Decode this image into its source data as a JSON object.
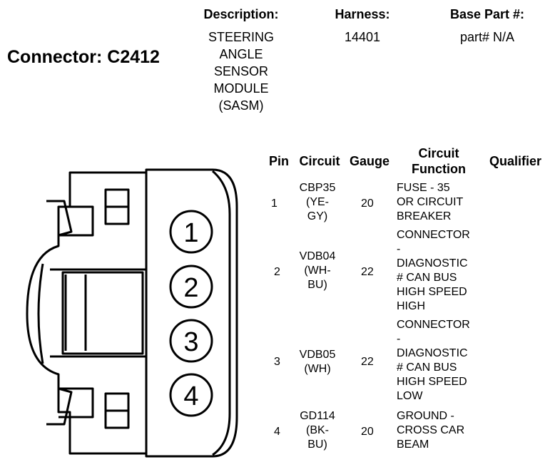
{
  "connector": {
    "title": "Connector: C2412"
  },
  "info": {
    "description_label": "Description:",
    "description_lines": [
      "STEERING",
      "ANGLE",
      "SENSOR",
      "MODULE",
      "(SASM)"
    ],
    "harness_label": "Harness:",
    "harness_value": "14401",
    "base_part_label": "Base Part #:",
    "base_part_value": "part# N/A"
  },
  "table": {
    "headers": {
      "pin": "Pin",
      "circuit": "Circuit",
      "gauge": "Gauge",
      "function_line1": "Circuit",
      "function_line2": "Function",
      "qualifier": "Qualifier"
    },
    "rows": [
      {
        "pin": "1",
        "circuit_lines": [
          "CBP35",
          "(YE-",
          "GY)"
        ],
        "gauge": "20",
        "function_lines": [
          "FUSE - 35",
          "OR CIRCUIT",
          "BREAKER"
        ]
      },
      {
        "pin": "2",
        "circuit_lines": [
          "VDB04",
          "(WH-",
          "BU)"
        ],
        "gauge": "22",
        "function_lines": [
          "CONNECTOR",
          "-",
          "DIAGNOSTIC",
          "# CAN BUS",
          "HIGH SPEED",
          "HIGH"
        ]
      },
      {
        "pin": "3",
        "circuit_lines": [
          "VDB05",
          "(WH)"
        ],
        "gauge": "22",
        "function_lines": [
          "CONNECTOR",
          "-",
          "DIAGNOSTIC",
          "# CAN BUS",
          "HIGH SPEED",
          "LOW"
        ]
      },
      {
        "pin": "4",
        "circuit_lines": [
          "GD114",
          "(BK-",
          "BU)"
        ],
        "gauge": "20",
        "function_lines": [
          "GROUND -",
          "CROSS CAR",
          "BEAM"
        ]
      }
    ]
  },
  "diagram": {
    "pin_labels": [
      "1",
      "2",
      "3",
      "4"
    ]
  }
}
